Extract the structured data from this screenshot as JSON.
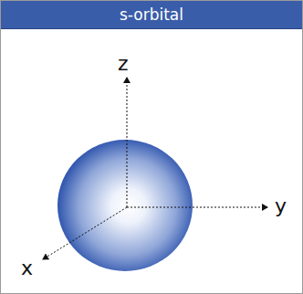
{
  "diagram": {
    "title": "s-orbital",
    "labels": [
      "z",
      "y",
      "x"
    ]
  }
}
